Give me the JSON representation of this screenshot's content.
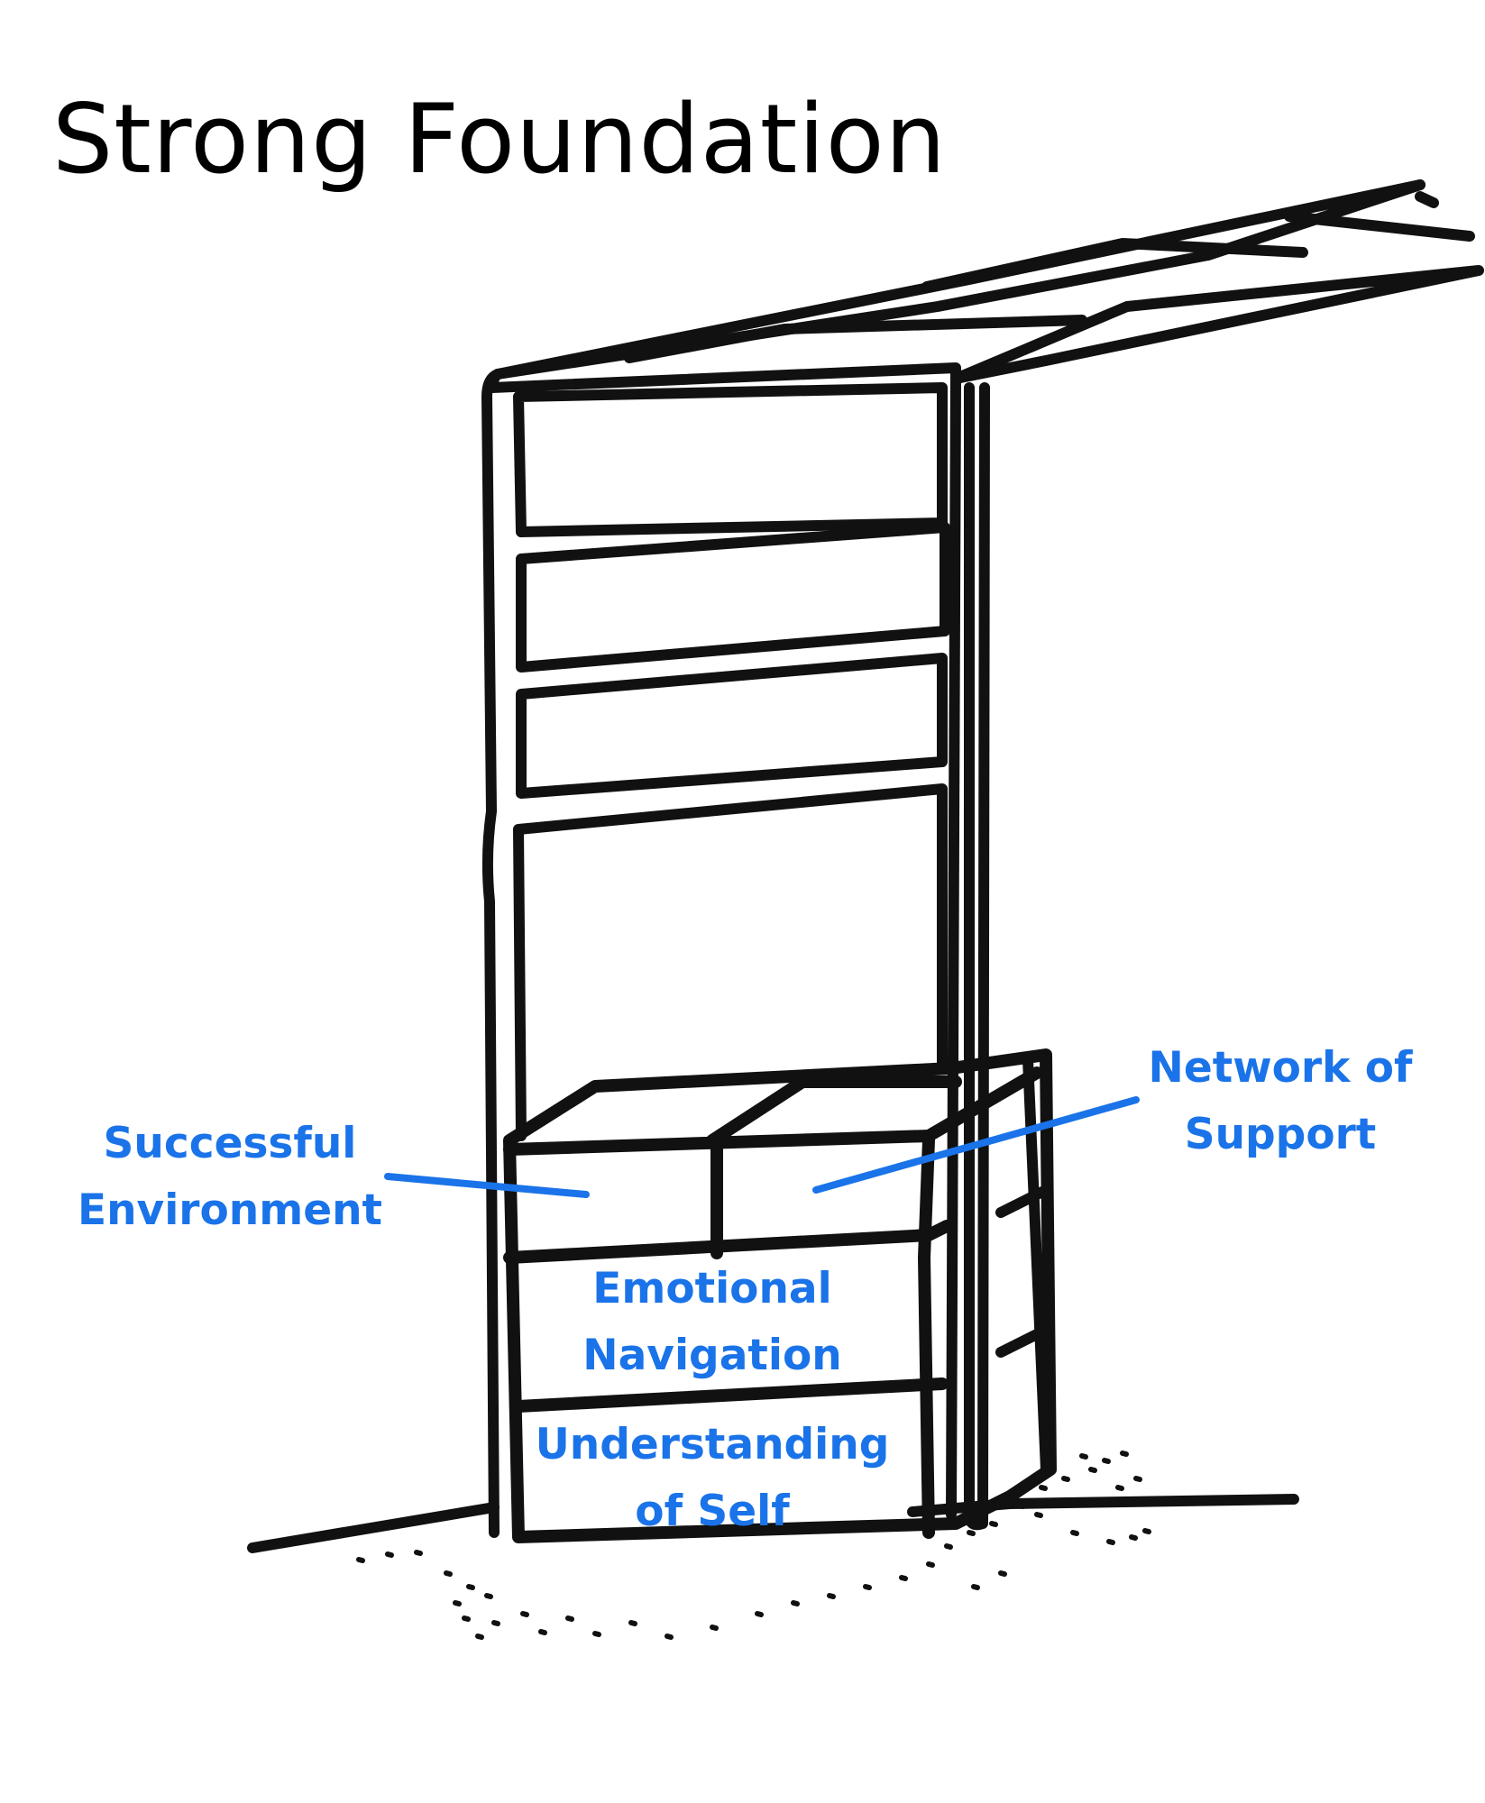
{
  "title": "Strong Foundation",
  "colors": {
    "ink": "#111111",
    "label": "#1a73e8"
  },
  "labels": {
    "successful_environment": {
      "line1": "Successful",
      "line2": "Environment"
    },
    "network_of_support": {
      "line1": "Network of",
      "line2": "Support"
    },
    "emotional_navigation": {
      "line1": "Emotional",
      "line2": "Navigation"
    },
    "understanding_of_self": {
      "line1": "Understanding",
      "line2": "of Self"
    }
  }
}
